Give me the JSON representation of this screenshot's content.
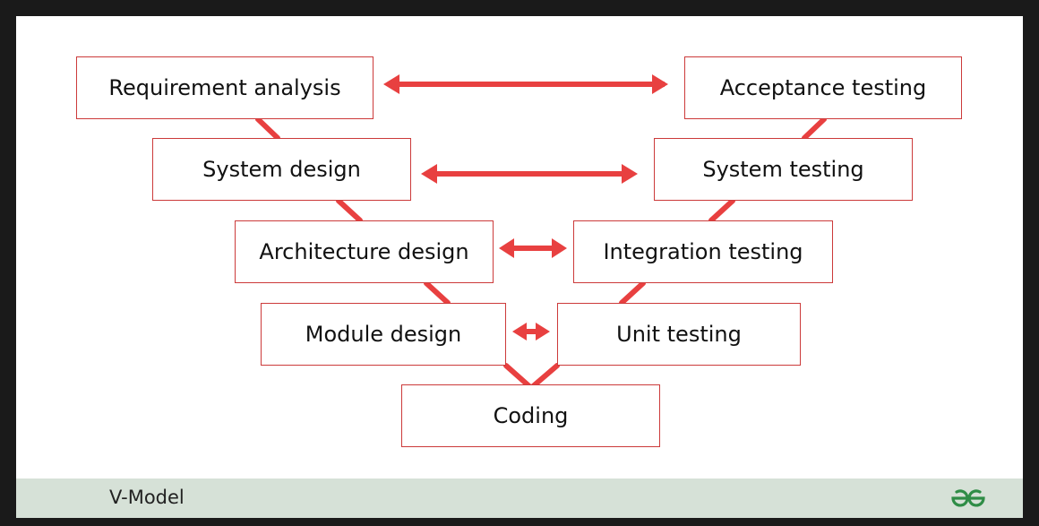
{
  "diagram": {
    "left_phases": [
      {
        "label": "Requirement analysis"
      },
      {
        "label": "System design"
      },
      {
        "label": "Architecture design"
      },
      {
        "label": "Module design"
      }
    ],
    "right_phases": [
      {
        "label": "Acceptance testing"
      },
      {
        "label": "System testing"
      },
      {
        "label": "Integration testing"
      },
      {
        "label": "Unit testing"
      }
    ],
    "bottom_phase": {
      "label": "Coding"
    }
  },
  "footer": {
    "title": "V-Model",
    "logo_icon": "geeksforgeeks-logo-icon"
  },
  "colors": {
    "accent_red": "#e84040",
    "box_border": "#cc3a3a",
    "footer_bg": "#d6e1d7",
    "logo_green": "#2f8d46"
  }
}
